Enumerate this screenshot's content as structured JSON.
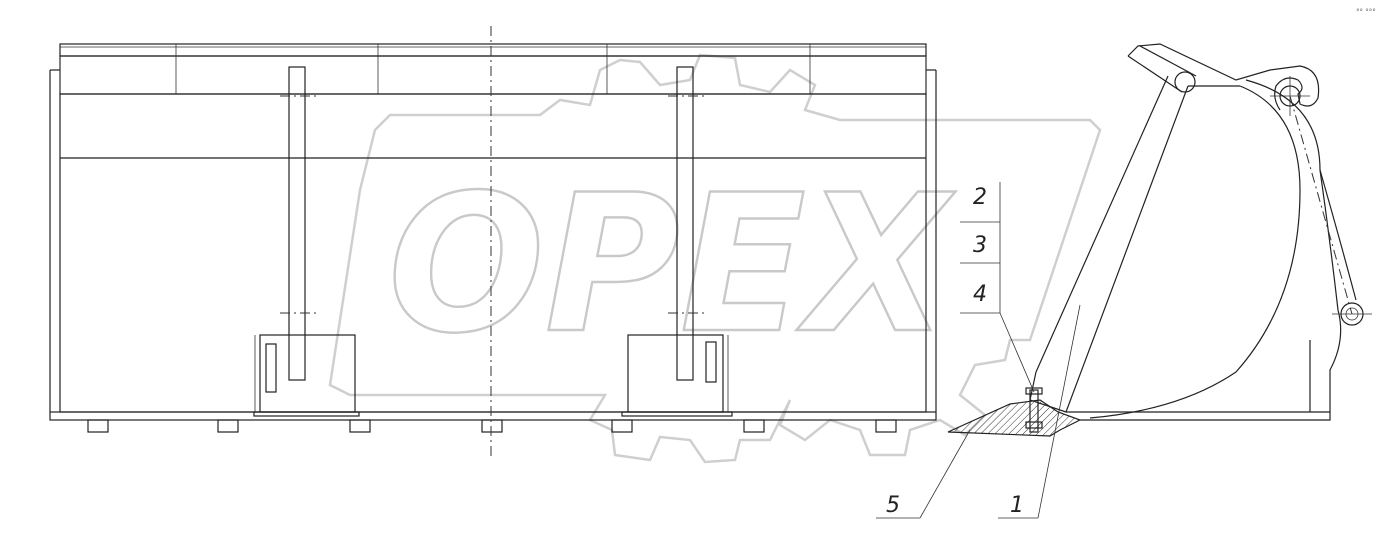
{
  "callouts": [
    {
      "number": "2"
    },
    {
      "number": "3"
    },
    {
      "number": "4"
    },
    {
      "number": "5"
    },
    {
      "number": "1"
    }
  ],
  "watermark": {
    "text": "OPEX",
    "color": "#c9c9c9"
  },
  "corner_mark": "°° °°°",
  "colors": {
    "line": "#222222",
    "hatch": "#333333",
    "background": "#ffffff"
  }
}
